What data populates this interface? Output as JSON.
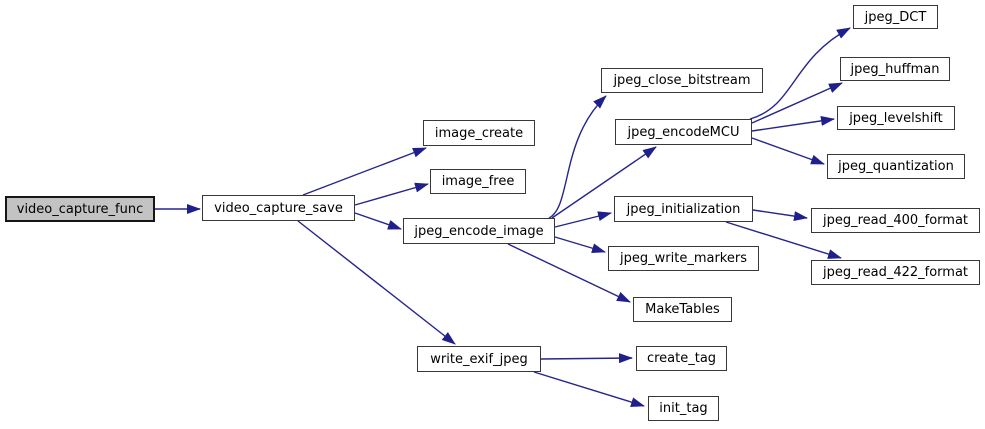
{
  "diagram": {
    "type": "call-graph",
    "root": "video_capture_func",
    "colors": {
      "edge": "#25258e",
      "node_fill": "#ffffff",
      "node_border": "#383838",
      "highlight_fill": "#c3c3c3",
      "background": "#ffffff",
      "text": "#000000"
    },
    "nodes": [
      {
        "id": "video_capture_func",
        "label": "video_capture_func",
        "highlighted": true
      },
      {
        "id": "video_capture_save",
        "label": "video_capture_save",
        "highlighted": false
      },
      {
        "id": "image_create",
        "label": "image_create",
        "highlighted": false
      },
      {
        "id": "image_free",
        "label": "image_free",
        "highlighted": false
      },
      {
        "id": "jpeg_encode_image",
        "label": "jpeg_encode_image",
        "highlighted": false
      },
      {
        "id": "write_exif_jpeg",
        "label": "write_exif_jpeg",
        "highlighted": false
      },
      {
        "id": "jpeg_close_bitstream",
        "label": "jpeg_close_bitstream",
        "highlighted": false
      },
      {
        "id": "jpeg_encodeMCU",
        "label": "jpeg_encodeMCU",
        "highlighted": false
      },
      {
        "id": "jpeg_initialization",
        "label": "jpeg_initialization",
        "highlighted": false
      },
      {
        "id": "jpeg_write_markers",
        "label": "jpeg_write_markers",
        "highlighted": false
      },
      {
        "id": "MakeTables",
        "label": "MakeTables",
        "highlighted": false
      },
      {
        "id": "create_tag",
        "label": "create_tag",
        "highlighted": false
      },
      {
        "id": "init_tag",
        "label": "init_tag",
        "highlighted": false
      },
      {
        "id": "jpeg_DCT",
        "label": "jpeg_DCT",
        "highlighted": false
      },
      {
        "id": "jpeg_huffman",
        "label": "jpeg_huffman",
        "highlighted": false
      },
      {
        "id": "jpeg_levelshift",
        "label": "jpeg_levelshift",
        "highlighted": false
      },
      {
        "id": "jpeg_quantization",
        "label": "jpeg_quantization",
        "highlighted": false
      },
      {
        "id": "jpeg_read_400_format",
        "label": "jpeg_read_400_format",
        "highlighted": false
      },
      {
        "id": "jpeg_read_422_format",
        "label": "jpeg_read_422_format",
        "highlighted": false
      }
    ],
    "edges": [
      {
        "from": "video_capture_func",
        "to": "video_capture_save"
      },
      {
        "from": "video_capture_save",
        "to": "image_create"
      },
      {
        "from": "video_capture_save",
        "to": "image_free"
      },
      {
        "from": "video_capture_save",
        "to": "jpeg_encode_image"
      },
      {
        "from": "video_capture_save",
        "to": "write_exif_jpeg"
      },
      {
        "from": "jpeg_encode_image",
        "to": "jpeg_close_bitstream"
      },
      {
        "from": "jpeg_encode_image",
        "to": "jpeg_encodeMCU"
      },
      {
        "from": "jpeg_encode_image",
        "to": "jpeg_initialization"
      },
      {
        "from": "jpeg_encode_image",
        "to": "jpeg_write_markers"
      },
      {
        "from": "jpeg_encode_image",
        "to": "MakeTables"
      },
      {
        "from": "jpeg_encodeMCU",
        "to": "jpeg_DCT"
      },
      {
        "from": "jpeg_encodeMCU",
        "to": "jpeg_huffman"
      },
      {
        "from": "jpeg_encodeMCU",
        "to": "jpeg_levelshift"
      },
      {
        "from": "jpeg_encodeMCU",
        "to": "jpeg_quantization"
      },
      {
        "from": "jpeg_initialization",
        "to": "jpeg_read_400_format"
      },
      {
        "from": "jpeg_initialization",
        "to": "jpeg_read_422_format"
      },
      {
        "from": "write_exif_jpeg",
        "to": "create_tag"
      },
      {
        "from": "write_exif_jpeg",
        "to": "init_tag"
      }
    ]
  }
}
